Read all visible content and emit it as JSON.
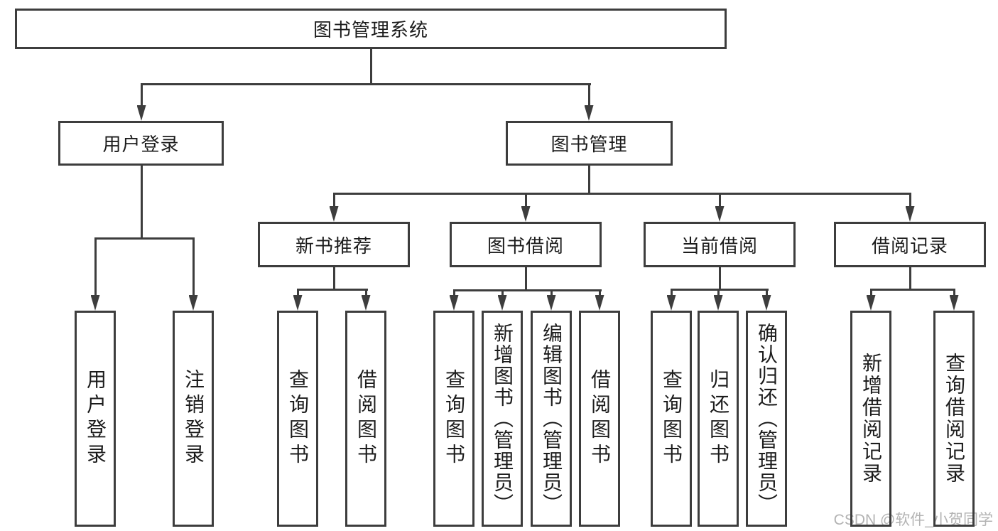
{
  "diagram_title": "图书管理系统",
  "watermark": "CSDN @软件_小贺同学",
  "colors": {
    "line": "#3d3d3d",
    "box_border": "#3d3d3d",
    "text": "#1c1c1c",
    "watermark": "#b3b3b3",
    "background": "#ffffff"
  },
  "nodes": {
    "root": {
      "label": "图书管理系统",
      "level": 1
    },
    "user_login": {
      "label": "用户登录",
      "level": 2,
      "parent": "root"
    },
    "book_mgmt": {
      "label": "图书管理",
      "level": 2,
      "parent": "root"
    },
    "new_book_rec": {
      "label": "新书推荐",
      "level": 3,
      "parent": "book_mgmt"
    },
    "book_borrow": {
      "label": "图书借阅",
      "level": 3,
      "parent": "book_mgmt"
    },
    "current_borrow": {
      "label": "当前借阅",
      "level": 3,
      "parent": "book_mgmt"
    },
    "borrow_records": {
      "label": "借阅记录",
      "level": 3,
      "parent": "book_mgmt"
    },
    "leaf_user_login": {
      "label": "用户登录",
      "level": 4,
      "parent": "user_login"
    },
    "leaf_logout_login": {
      "label": "注销登录",
      "level": 4,
      "parent": "user_login"
    },
    "leaf_query_book_rec": {
      "label": "查询图书",
      "level": 4,
      "parent": "new_book_rec"
    },
    "leaf_borrow_book_rec": {
      "label": "借阅图书",
      "level": 4,
      "parent": "new_book_rec"
    },
    "leaf_query_book_borrow": {
      "label": "查询图书",
      "level": 4,
      "parent": "book_borrow"
    },
    "leaf_add_book": {
      "label": "新增图书（管理员）",
      "level": 4,
      "parent": "book_borrow"
    },
    "leaf_edit_book": {
      "label": "编辑图书（管理员）",
      "level": 4,
      "parent": "book_borrow"
    },
    "leaf_borrow_book": {
      "label": "借阅图书",
      "level": 4,
      "parent": "book_borrow"
    },
    "leaf_query_book_current": {
      "label": "查询图书",
      "level": 4,
      "parent": "current_borrow"
    },
    "leaf_return_book": {
      "label": "归还图书",
      "level": 4,
      "parent": "current_borrow"
    },
    "leaf_confirm_return": {
      "label": "确认归还（管理员）",
      "level": 4,
      "parent": "current_borrow"
    },
    "leaf_add_borrow_record": {
      "label": "新增借阅记录",
      "level": 4,
      "parent": "borrow_records"
    },
    "leaf_query_borrow_record": {
      "label": "查询借阅记录",
      "level": 4,
      "parent": "borrow_records"
    }
  }
}
